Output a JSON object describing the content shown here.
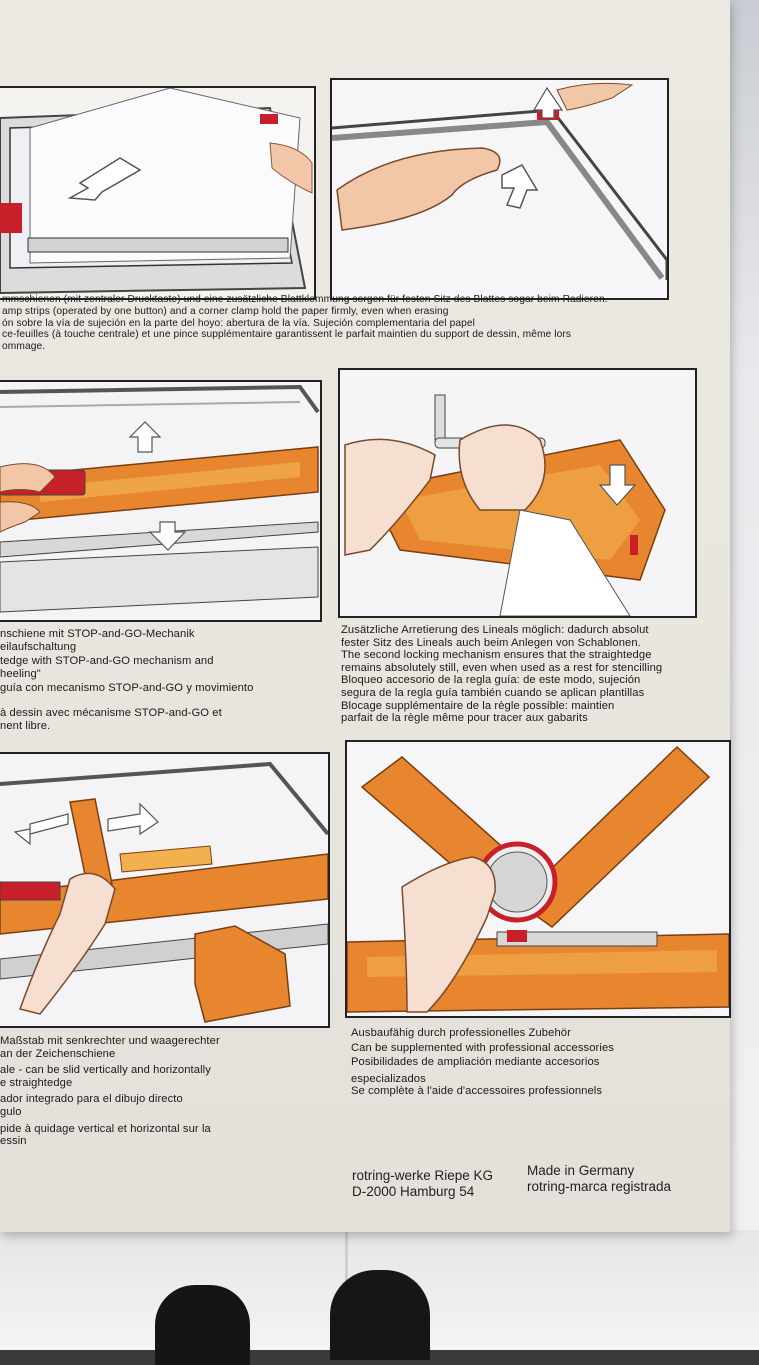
{
  "captions": {
    "top": [
      "mmschienen (mit zentraler Drucktaste) und eine zusätzliche Blattklemmung sorgen für festen Sitz des Blattes sogar beim Radieren.",
      "amp strips (operated by one button) and a corner clamp hold the paper firmly, even when erasing",
      "ón sobre la vía de sujeción en la parte del hoyo: abertura de la vía. Sujeción complementaria del papel",
      "ce-feuilles (à touche centrale) et une pince supplémentaire garantissent le parfait maintien du support de dessin, même lors",
      "ommage."
    ],
    "middle_left": [
      "nschiene mit STOP-and-GO-Mechanik",
      "eilaufschaltung",
      "tedge with STOP-and-GO mechanism and",
      "heeling\"",
      "guía con mecanismo STOP-and-GO y movimiento",
      "",
      "à dessin avec mécanisme STOP-and-GO et",
      "nent libre."
    ],
    "middle_right": [
      "Zusätzliche Arretierung des Lineals möglich: dadurch absolut",
      "fester Sitz des Lineals auch beim Anlegen von Schablonen.",
      "The second locking mechanism ensures that the straightedge",
      "remains absolutely still, even when used as a rest for stencilling",
      "Bloqueo accesorio de la regla guía: de este modo, sujeción",
      "segura de la regla guía también cuando se aplican plantillas",
      "Blocage supplémentaire de la règle possible: maintien",
      "parfait de la règle même pour tracer aux gabarits"
    ],
    "bottom_left": [
      "Maßstab mit senkrechter und waagerechter",
      "an der Zeichenschiene",
      "ale - can be slid vertically and horizontally",
      "e straightedge",
      "ador integrado para el dibujo directo",
      "gulo",
      "pide à quidage vertical et horizontal sur la",
      "essin"
    ],
    "bottom_right": [
      "Ausbaufähig durch professionelles Zubehör",
      "Can be supplemented with professional accessories",
      "Posibilidades de ampliación mediante accesorios",
      "especializados",
      "Se complète à l'aide d'accessoires professionnels"
    ]
  },
  "footer": {
    "company_line1": "rotring-werke Riepe KG",
    "company_line2": "D-2000 Hamburg 54",
    "made_line1": "Made in Germany",
    "made_line2": "rotring-marca registrada"
  },
  "colors": {
    "orange": "#e8862f",
    "orange_light": "#f2b04e",
    "red": "#c8202a",
    "ink": "#222222"
  }
}
